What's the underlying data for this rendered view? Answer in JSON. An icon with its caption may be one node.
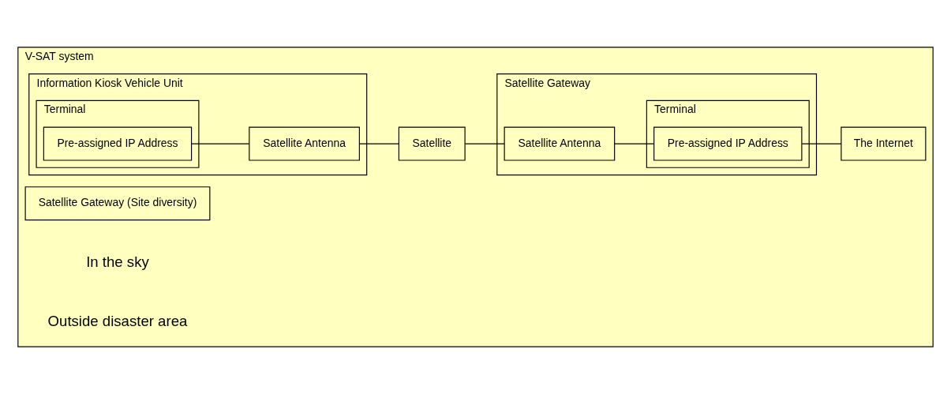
{
  "diagram": {
    "nodes": [
      {
        "text": [
          "V-SAT system"
        ]
      },
      {
        "text": [
          "Information Kiosk Vehicle Unit"
        ],
        "in": 0
      },
      {
        "text": [
          "Terminal"
        ],
        "in": 1
      },
      {
        "text": [
          "Pre-assigned IP Address"
        ],
        "in": 2
      },
      {
        "text": [
          "Satellite Antenna"
        ],
        "in": 1
      },
      {
        "text": [
          "Satellite"
        ],
        "in": 0
      },
      {
        "text": [
          "Satellite Gateway (Site diversity)"
        ],
        "in": 0
      },
      {
        "text": [
          "Satellite Gateway"
        ],
        "in": 0
      },
      {
        "text": [
          "Terminal"
        ],
        "in": 7
      },
      {
        "text": [
          "Pre-assigned IP Address"
        ],
        "in": 8
      },
      {
        "text": [
          "Satellite Antenna"
        ],
        "in": 7
      },
      {
        "text": [
          "The Internet"
        ],
        "in": 0
      }
    ],
    "edges": [
      {
        "from": 3,
        "to": 4,
        "arrow": "none"
      },
      {
        "from": 4,
        "to": 5,
        "arrow": "none"
      },
      {
        "from": 5,
        "to": 10,
        "arrow": "none"
      },
      {
        "from": 10,
        "to": 9,
        "arrow": "none"
      },
      {
        "from": 9,
        "to": 11,
        "arrow": "none"
      }
    ],
    "labels": [
      "In the sky",
      "Outside disaster area"
    ]
  }
}
